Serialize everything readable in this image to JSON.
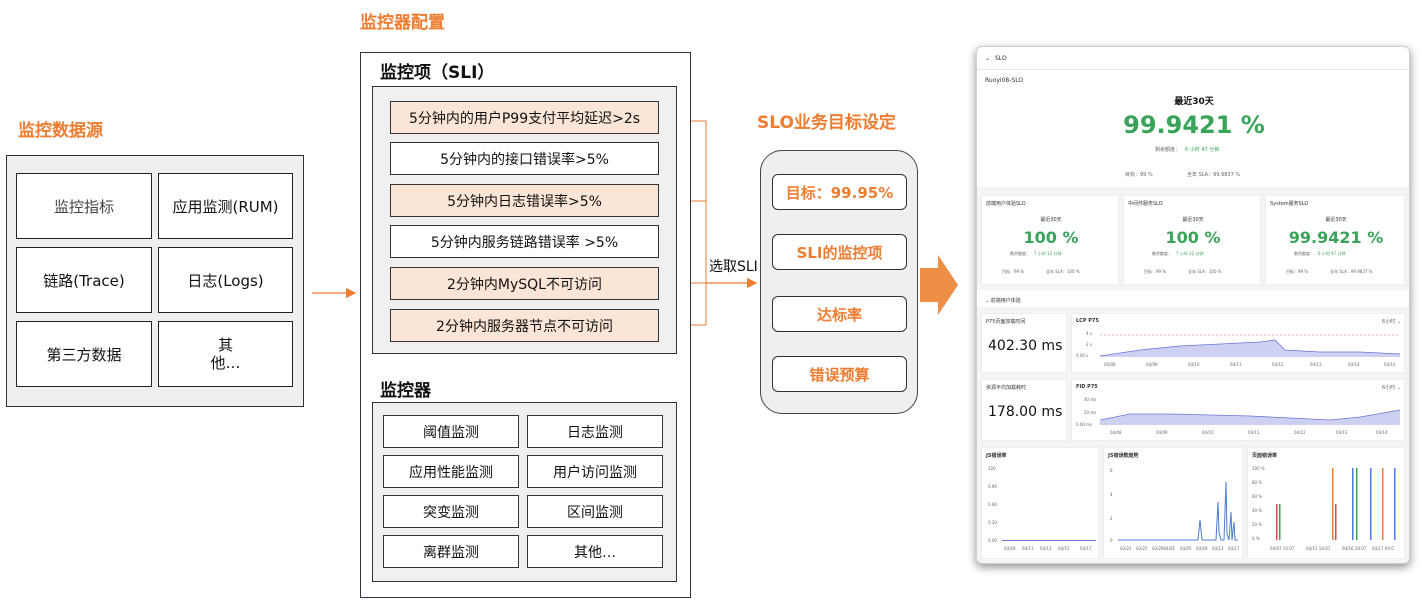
{
  "source": {
    "title": "监控数据源",
    "items": [
      "监控指标",
      "应用监测(RUM)",
      "链路(Trace)",
      "日志(Logs)",
      "第三方数据",
      "其\n他…"
    ]
  },
  "config": {
    "title": "监控器配置",
    "sli_title": "监控项（SLI）",
    "sli_items": [
      "5分钟内的用户P99支付平均延迟>2s",
      "5分钟内的接口错误率>5%",
      "5分钟内日志错误率>5%",
      "5分钟内服务链路错误率 >5%",
      "2分钟内MySQL不可访问",
      "2分钟内服务器节点不可访问"
    ],
    "monitor_title": "监控器",
    "monitor_items": [
      "阈值监测",
      "日志监测",
      "应用性能监测",
      "用户访问监测",
      "突变监测",
      "区间监测",
      "离群监测",
      "其他…"
    ]
  },
  "arrow_label": "选取SLI",
  "slo": {
    "title": "SLO业务目标设定",
    "items": [
      "目标：99.95%",
      "SLI的监控项",
      "达标率",
      "错误预算"
    ]
  },
  "dashboard": {
    "section": "SLO",
    "name": "Ruoyi08-SLO",
    "period": "最近30天",
    "big_value": "99.9421 %",
    "budget_label": "剩余额度：",
    "budget_value": "6 小时 47 分钟",
    "target": "目标：99 %",
    "sla": "全年 SLA：99.9837 %",
    "sub_cards": [
      {
        "name": "前端用户体验SLO",
        "period": "最近30天",
        "value": "100 %",
        "budget_label": "剩余额度：",
        "budget": "7 小时 12 分钟",
        "target": "目标：99 %",
        "sla": "全年 SLA：100 %"
      },
      {
        "name": "中间件服务SLO",
        "period": "最近30天",
        "value": "100 %",
        "budget_label": "剩余额度：",
        "budget": "7 小时 12 分钟",
        "target": "目标：99 %",
        "sla": "全年 SLA：100 %"
      },
      {
        "name": "System服务SLO",
        "period": "最近30天",
        "value": "99.9421 %",
        "budget_label": "剩余额度：",
        "budget": "6 小时 47 分钟",
        "target": "目标：99 %",
        "sla": "全年 SLA：99.9837 %"
      }
    ],
    "section2": "前端用户体验",
    "p75_label": "P75页面加载时间",
    "p75_value": "402.30 ms",
    "res_label": "资源平均加载耗时",
    "res_value": "178.00 ms",
    "lcp_title": "LCP P75",
    "fid_title": "FID P75",
    "range": "6小时",
    "lcp_yticks": [
      "4 s",
      "2 s",
      "0.00 s"
    ],
    "lcp_xticks": [
      "04/08",
      "04/09",
      "04/10",
      "04/11",
      "04/12",
      "04/13",
      "04/14",
      "04/15"
    ],
    "fid_yticks": [
      "40 ms",
      "20 ms",
      "0.00 ms"
    ],
    "fid_xticks": [
      "04/08",
      "04/09",
      "04/10",
      "04/11",
      "04/12",
      "04/13",
      "04/14"
    ],
    "js_err_title": "JS错误率",
    "js_err_yticks": [
      "120",
      "0.90",
      "0.60",
      "0.30",
      "0.00"
    ],
    "js_err_xticks": [
      "04/09",
      "04/11",
      "04/13",
      "04/15",
      "04/17"
    ],
    "js_trend_title": "JS错误数趋势",
    "js_trend_yticks": [
      "6",
      "4",
      "2",
      "0"
    ],
    "js_trend_xticks": [
      "03/21",
      "03/25",
      "03/2904/01",
      "04/05",
      "04/09",
      "04/13",
      "04/17"
    ],
    "page_err_title": "页面错误率",
    "page_err_yticks": [
      "100 %",
      "80 %",
      "60 %",
      "40 %",
      "20 %",
      "0 %"
    ],
    "page_err_xticks": [
      "04/07 14:07",
      "04/15 14:07",
      "04/16 18:07",
      "04/17 04:0"
    ]
  }
}
